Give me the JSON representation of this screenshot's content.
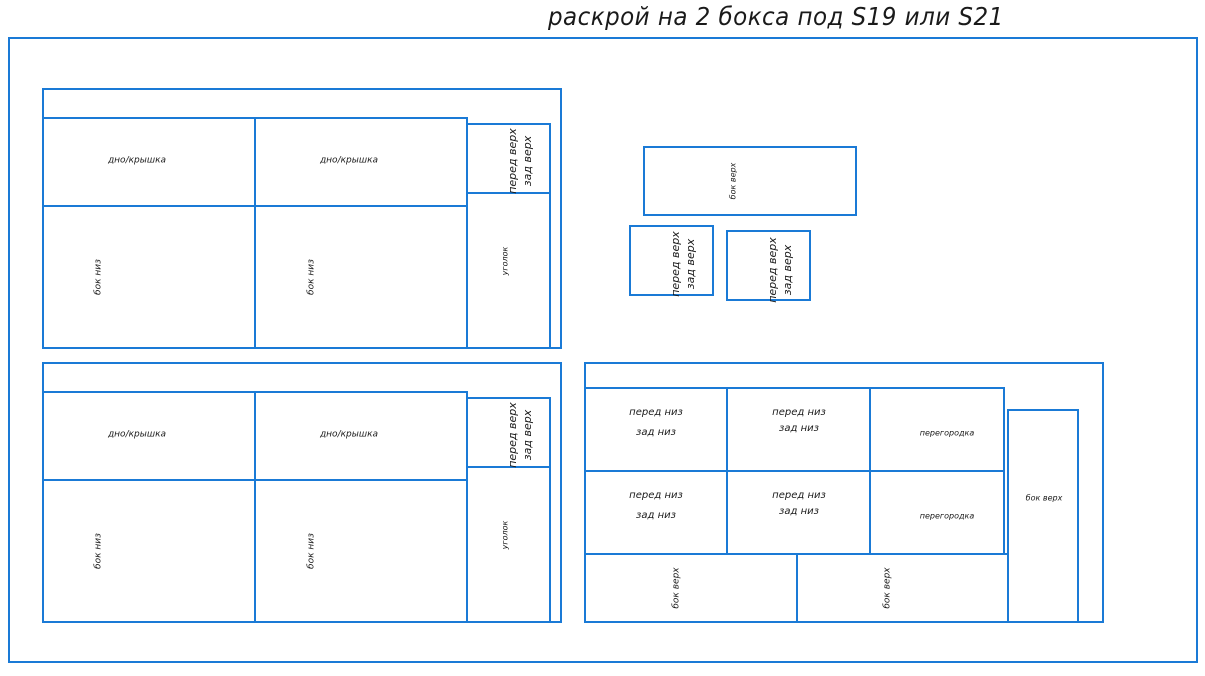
{
  "title": "раскрой на 2 бокса под S19 или S21",
  "colors": {
    "line": "#1a7ad6",
    "text": "#1a1a1a",
    "background": "#ffffff"
  },
  "labels": {
    "dno_kryshka": "дно/крышка",
    "bok_niz": "бок низ",
    "bok_verh": "бок верх",
    "ugolok": "уголок",
    "pered_verh": "перед верх",
    "zad_verh": "зад верх",
    "pered_niz": "перед низ",
    "zad_niz": "зад низ",
    "peregorodka": "перегородка"
  }
}
